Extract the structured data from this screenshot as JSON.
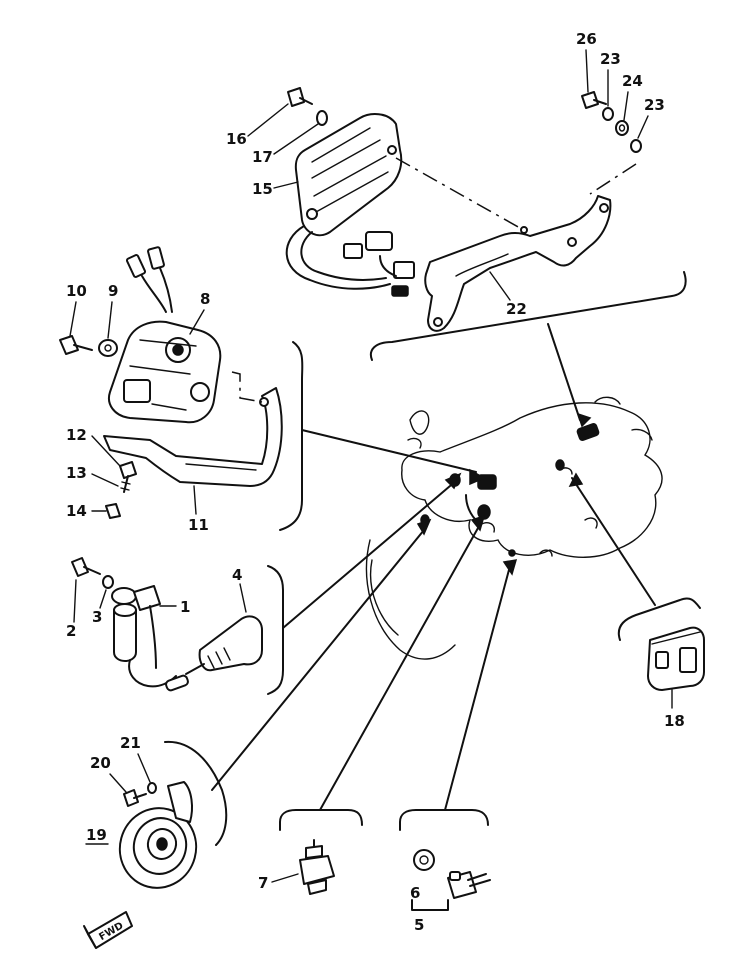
{
  "parts": {
    "p1": "1",
    "p2": "2",
    "p3": "3",
    "p4": "4",
    "p5": "5",
    "p6": "6",
    "p7": "7",
    "p8": "8",
    "p9": "9",
    "p10": "10",
    "p11": "11",
    "p12": "12",
    "p13": "13",
    "p14": "14",
    "p15": "15",
    "p16": "16",
    "p17": "17",
    "p18": "18",
    "p19": "19",
    "p20": "20",
    "p21": "21",
    "p22": "22",
    "p23a": "23",
    "p23b": "23",
    "p24": "24",
    "p26": "26"
  },
  "badge": "FWD"
}
